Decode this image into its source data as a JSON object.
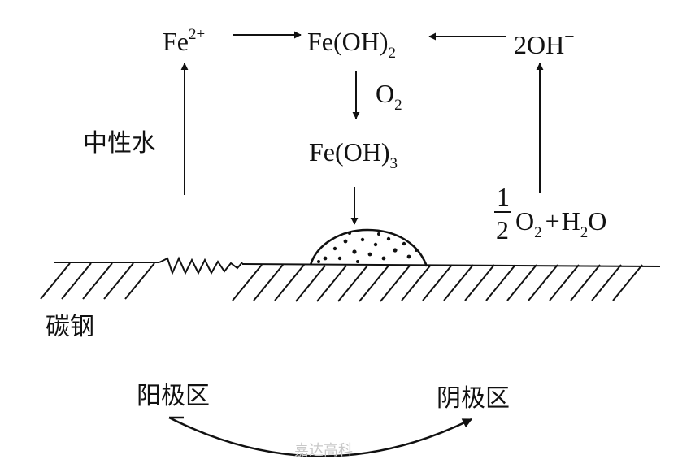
{
  "species": {
    "fe2": {
      "base": "Fe",
      "sup": "2+"
    },
    "feoh2": {
      "base": "Fe(OH)",
      "sub": "2"
    },
    "hydroxide": {
      "base": "2OH",
      "sup": "−"
    },
    "o2_label": {
      "base": "O",
      "sub": "2"
    },
    "feoh3": {
      "base": "Fe(OH)",
      "sub": "3"
    },
    "cathode_reactants": {
      "frac_num": "1",
      "frac_den": "2",
      "o": "O",
      "o_sub": "2",
      "plus": "+",
      "h": "H",
      "h_sub": "2",
      "o2": "O"
    }
  },
  "labels": {
    "neutral_water": "中性水",
    "carbon_steel": "碳钢",
    "anode_zone": "阳极区",
    "cathode_zone": "阴极区"
  },
  "watermark": "嘉达高科"
}
